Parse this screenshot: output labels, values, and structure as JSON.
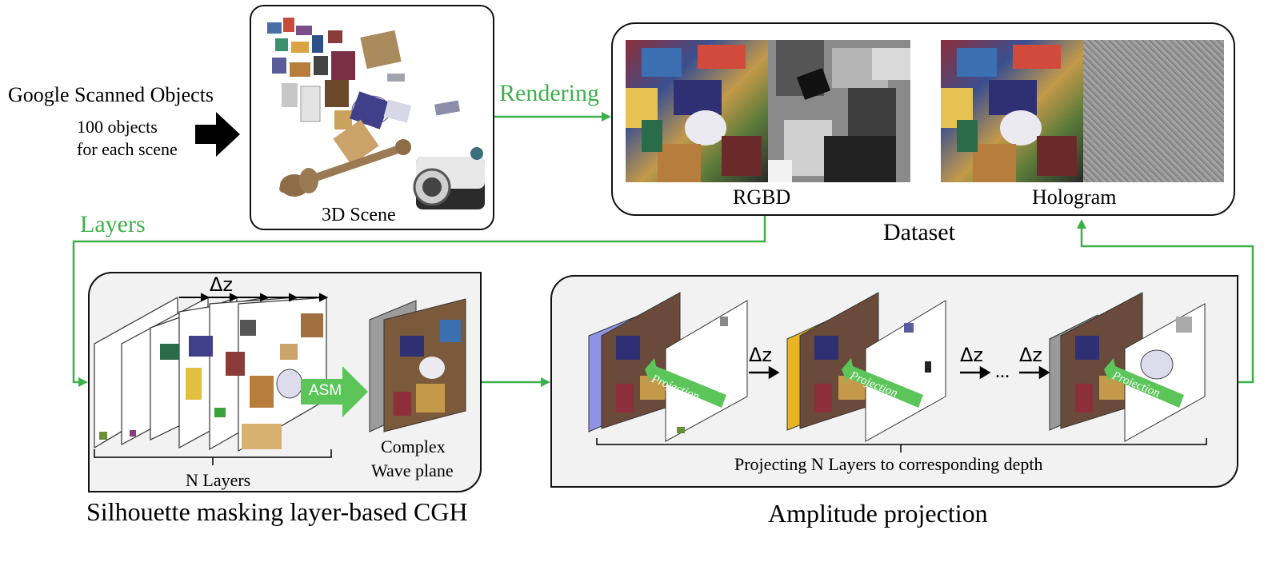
{
  "source": {
    "title": "Google Scanned Objects",
    "subtitle_line1": "100 objects",
    "subtitle_line2": "for each scene"
  },
  "scene": {
    "label": "3D Scene"
  },
  "flows": {
    "rendering": "Rendering",
    "layers": "Layers"
  },
  "dataset": {
    "label": "Dataset",
    "rgbd_label": "RGBD",
    "hologram_label": "Hologram"
  },
  "cgh": {
    "caption": "Silhouette masking layer-based CGH",
    "delta_z": "Δz",
    "asm_label": "ASM",
    "n_layers_label": "N Layers",
    "wave_plane_line1": "Complex",
    "wave_plane_line2": "Wave plane"
  },
  "projection": {
    "caption": "Amplitude projection",
    "delta_z": "Δz",
    "ellipsis": "...",
    "arrow_label": "Projection",
    "bracket_label": "Projecting N Layers to corresponding depth"
  },
  "colors": {
    "flow_green": "#3cb04a",
    "arrow_green": "#5cc55a",
    "panel_fill": "#f2f2f2",
    "panel_border": "#111111"
  }
}
